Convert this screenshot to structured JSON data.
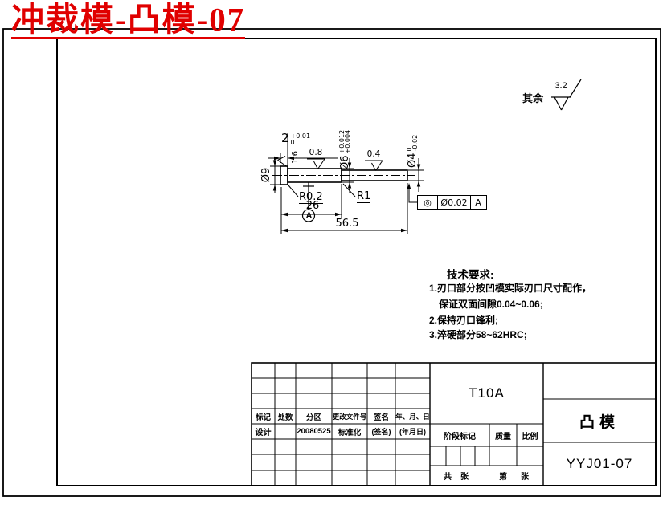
{
  "page_title": "冲裁模-凸模-07",
  "general_roughness": {
    "label": "其余",
    "value": "3.2"
  },
  "dimensions": {
    "head_thickness": {
      "value": "2",
      "upper": "+0.01",
      "lower": "0"
    },
    "head_dia": "Ø9",
    "shank_dia": {
      "value": "Ø6",
      "upper": "+0.012",
      "lower": "+0.004"
    },
    "tip_dia": {
      "value": "Ø4",
      "upper": "0",
      "lower": "-0.02"
    },
    "mid_length": "26",
    "total_length": "56.5",
    "fillet_head": "R0.2",
    "fillet_step": "R1"
  },
  "roughness": {
    "head_face": "1.6",
    "shank": "0.8",
    "tip": "0.4"
  },
  "datum": {
    "label": "A"
  },
  "fcf": {
    "symbol": "◎",
    "tolerance": "Ø0.02",
    "datum": "A"
  },
  "tech_requirements": {
    "title": "技术要求:",
    "items": [
      "1.刃口部分按凹模实际刃口尺寸配作，",
      "保证双面间隙0.04~0.06;",
      "2.保持刃口锋利;",
      "3.淬硬部分58~62HRC;"
    ]
  },
  "title_block": {
    "rev_headers": [
      "标记",
      "处数",
      "分区",
      "更改文件号",
      "签名",
      "年、月、日"
    ],
    "design_row": {
      "role": "设计",
      "date": "20080525",
      "std": "标准化",
      "sign": "(签名)",
      "date_placeholder": "(年月日)"
    },
    "stage_label": "阶段标记",
    "mass_label": "质量",
    "scale_label": "比例",
    "sheet_labels": [
      "共",
      "张",
      "第",
      "张"
    ],
    "material": "T10A",
    "part_name": "凸模",
    "drawing_no": "YYJ01-07"
  }
}
